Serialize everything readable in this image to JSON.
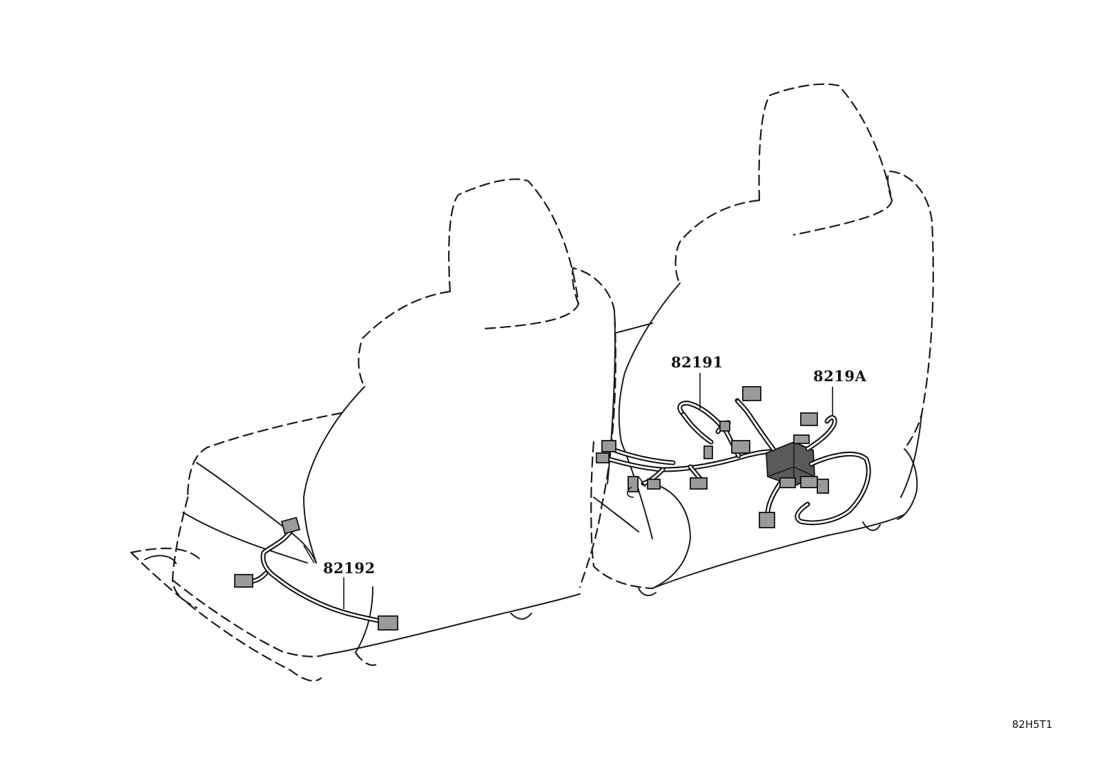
{
  "callouts": {
    "part_82191": "82191",
    "part_8219A": "8219A",
    "part_82192": "82192"
  },
  "figure_ref": "82H5T1"
}
